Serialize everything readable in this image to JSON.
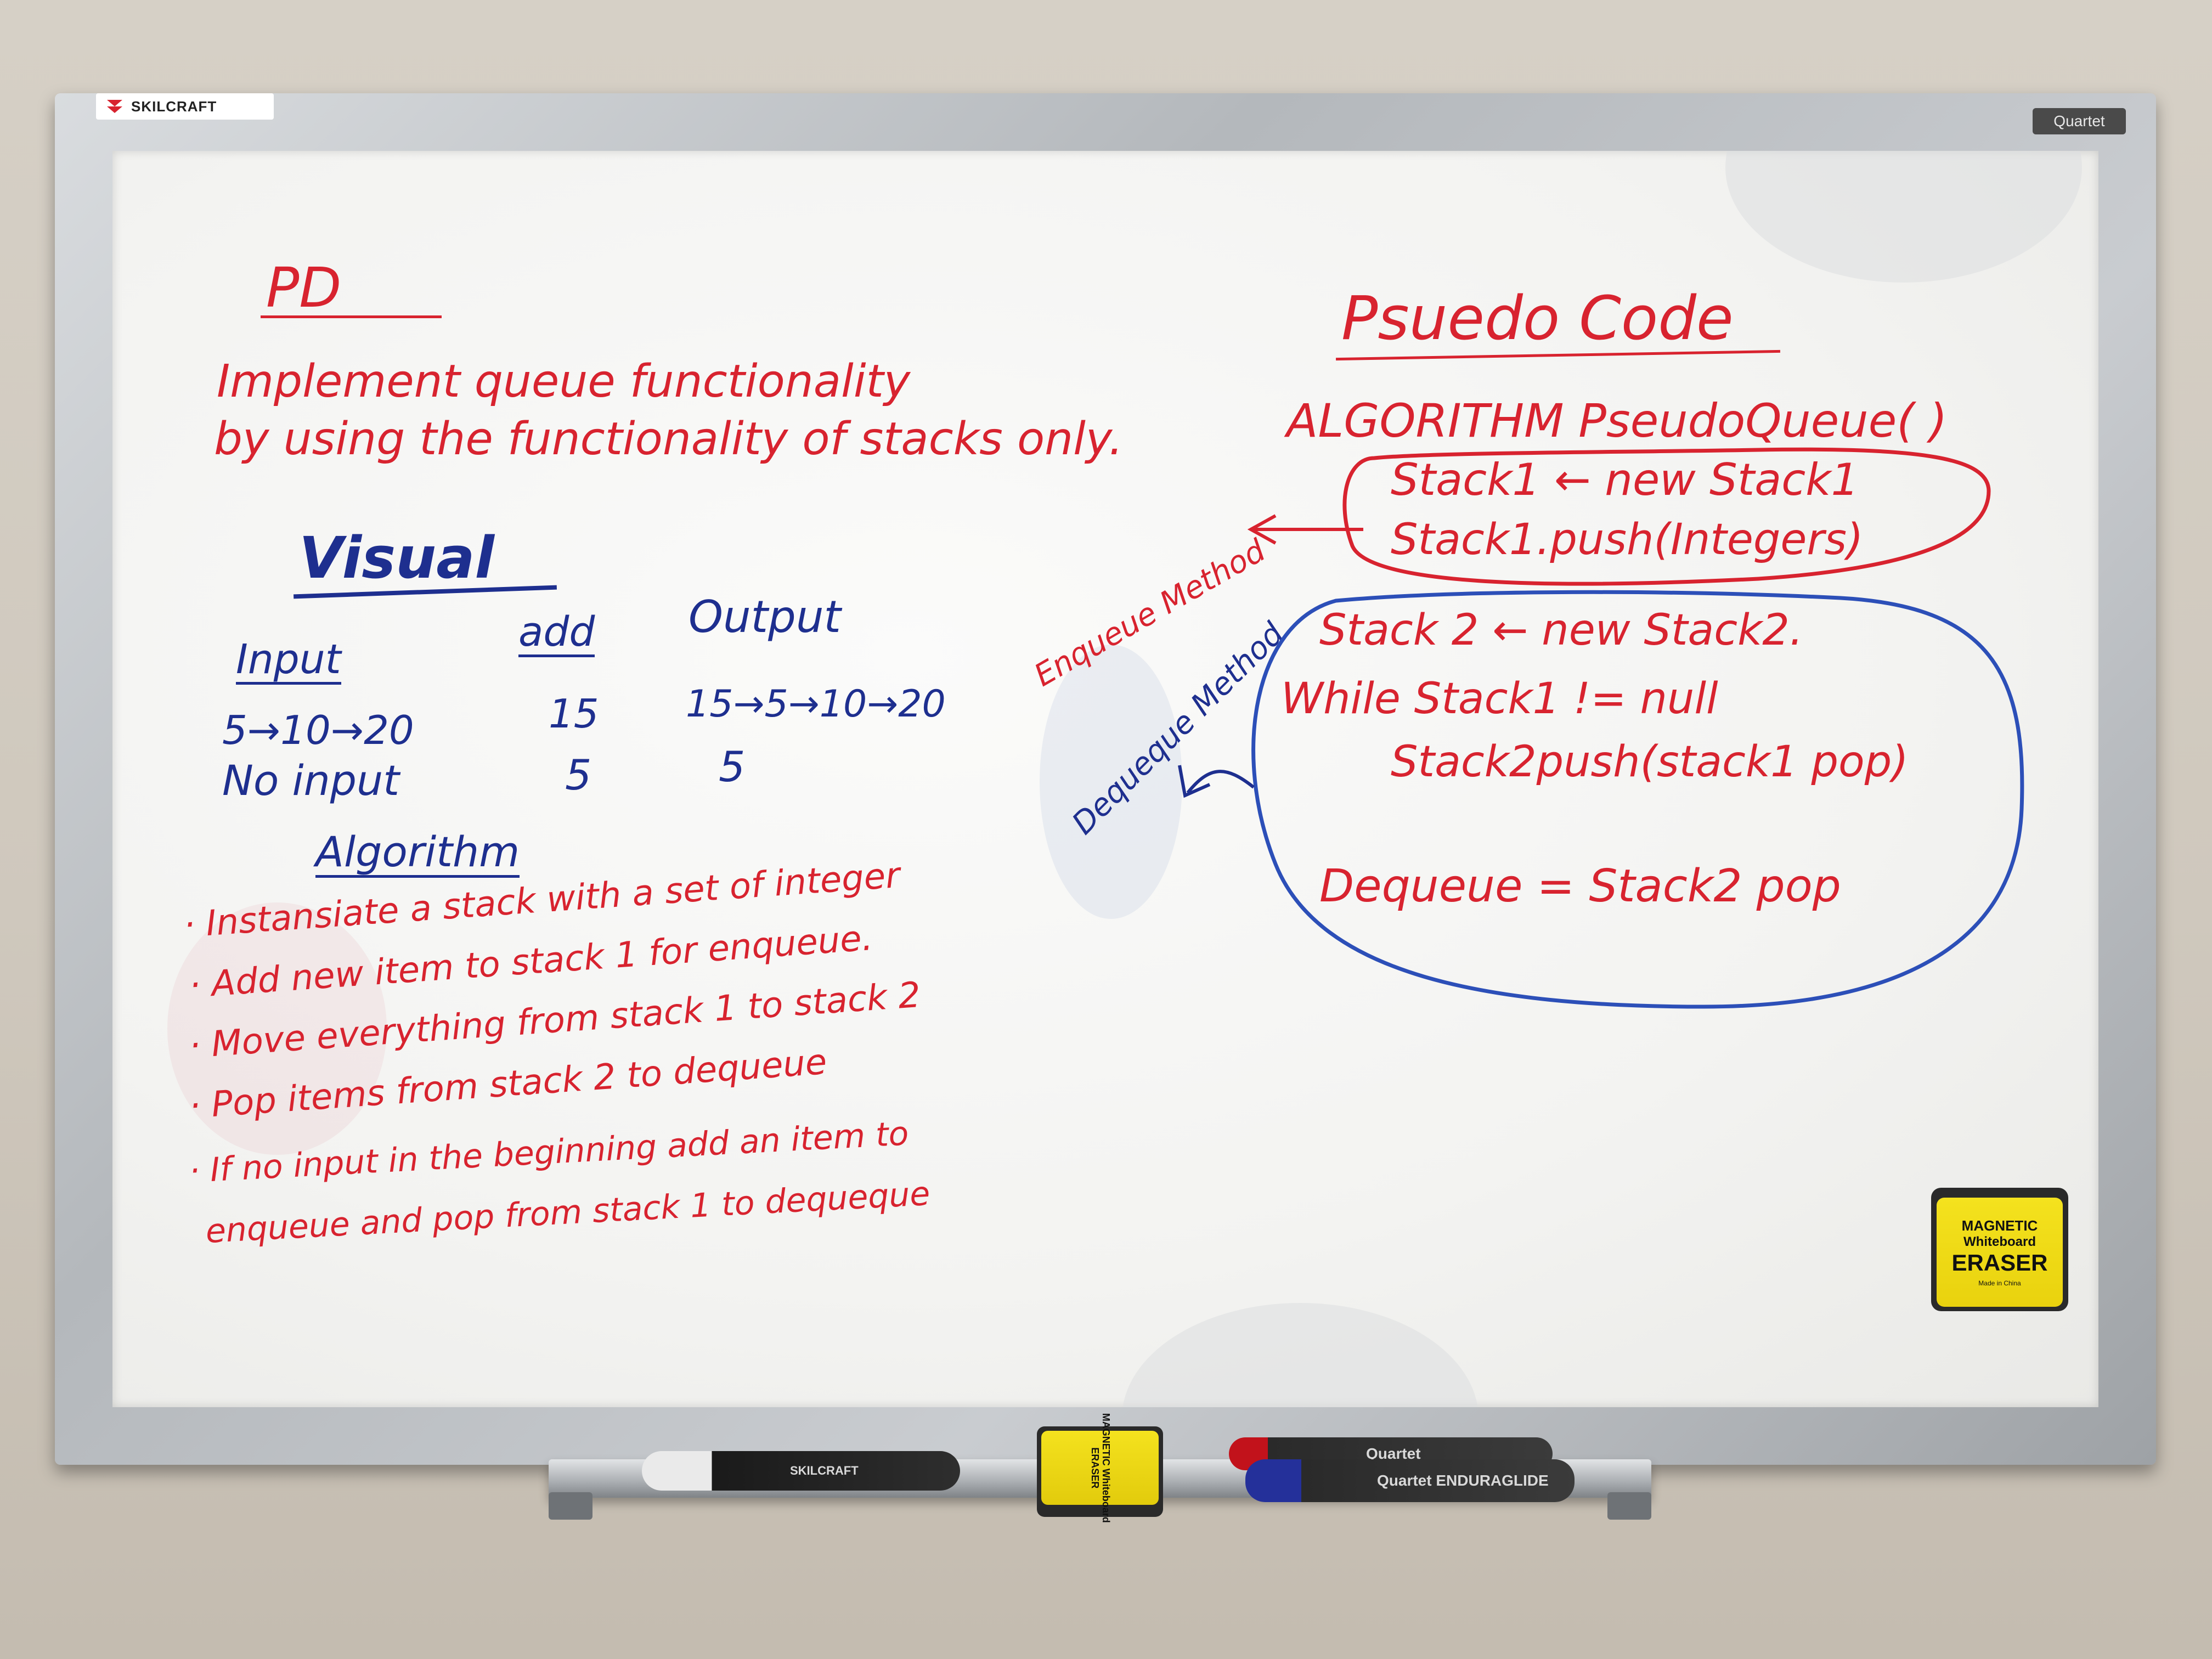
{
  "board": {
    "brand_left": "SKILCRAFT",
    "brand_right": "Quartet"
  },
  "left": {
    "pd_title": "PD",
    "task_line1": "Implement queue functionality",
    "task_line2": "by using the functionality of stacks only.",
    "visual_heading": "Visual",
    "table": {
      "headers": [
        "Input",
        "add",
        "Output"
      ],
      "rows": [
        [
          "5→10→20",
          "15",
          "15→5→10→20"
        ],
        [
          "No input",
          "5",
          "5"
        ]
      ]
    },
    "algorithm_heading": "Algorithm",
    "algorithm_steps": [
      "· Instansiate a stack with a set of integer",
      "· Add new item to stack 1 for enqueue.",
      "· Move everything from stack 1 to stack 2",
      "· Pop items from stack 2 to dequeue",
      "· If no input in the beginning add an item to",
      "enqueue and pop from stack 1 to dequeque"
    ]
  },
  "right": {
    "title": "Psuedo Code",
    "algorithm_name": "ALGORITHM  PseudoQueue(  )",
    "enqueue_label": "Enqueue Method",
    "enqueue_lines": [
      "Stack1 ← new Stack1",
      "Stack1.push(Integers)"
    ],
    "dequeue_label": "Dequeque Method",
    "dequeue_lines": [
      "Stack 2 ← new Stack2.",
      "While Stack1 != null",
      "Stack2push(stack1 pop)",
      "Dequeue = Stack2 pop"
    ]
  },
  "eraser_board": {
    "line1": "MAGNETIC",
    "line2": "Whiteboard",
    "line3": "ERASER",
    "line4": "Made in China"
  },
  "tray": {
    "black_marker_label": "SKILCRAFT",
    "red_marker_label": "Quartet",
    "blue_marker_label": "Quartet ENDURAGLIDE",
    "eraser_label": "MAGNETIC Whiteboard ERASER"
  },
  "colors": {
    "red_ink": "#d8232f",
    "blue_ink": "#1e2f8f",
    "eraser_yellow": "#f4e21e"
  }
}
